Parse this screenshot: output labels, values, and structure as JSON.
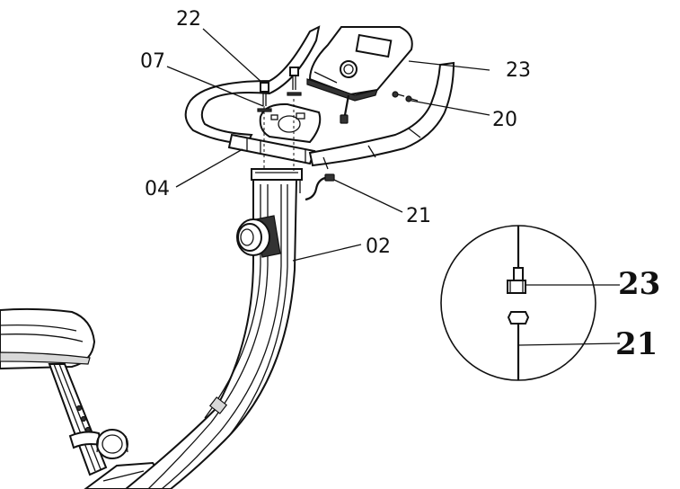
{
  "parts": [
    {
      "id": "label-22",
      "text": "22"
    },
    {
      "id": "label-07",
      "text": "07"
    },
    {
      "id": "label-23",
      "text": "23"
    },
    {
      "id": "label-20",
      "text": "20"
    },
    {
      "id": "label-04",
      "text": "04"
    },
    {
      "id": "label-21",
      "text": "21"
    },
    {
      "id": "label-02",
      "text": "02"
    }
  ],
  "detail": {
    "top_label": "23",
    "bottom_label": "21"
  }
}
